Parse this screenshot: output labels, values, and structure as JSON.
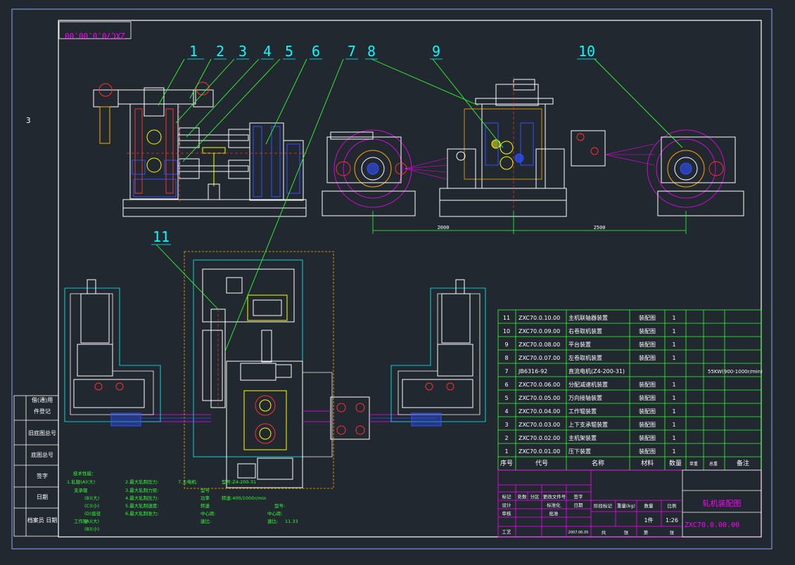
{
  "colors": {
    "background": "#212830",
    "border": "#ffffff",
    "frame_blue": "#8fa4ff",
    "leader_cyan": "#00ffff",
    "leader_green": "#33ff33",
    "table_green": "#33ff33",
    "magenta": "#ff00ff",
    "yellow": "#ffff00",
    "red": "#ff3030",
    "blue": "#3050ff",
    "orange": "#ffaa00"
  },
  "drawing": {
    "page_mark": "3",
    "mirrored_code": "ZXC70.0.00.00",
    "dimension_left": "2000",
    "dimension_right": "2500"
  },
  "balloons": [
    "1",
    "2",
    "3",
    "4",
    "5",
    "6",
    "7",
    "8",
    "9",
    "10",
    "11"
  ],
  "left_stamp": {
    "rows": [
      "借(通)用",
      "件登记",
      "旧底图总号",
      "底图总号",
      "签字",
      "日期",
      "档案员  日期"
    ]
  },
  "parts_table": {
    "headers": [
      "序号",
      "代号",
      "名称",
      "材料",
      "数量",
      "单重",
      "总重",
      "备注"
    ],
    "rows": [
      {
        "no": "11",
        "code": "ZXC70.0.10.00",
        "name": "主机联轴器装置",
        "material": "装配图",
        "qty": "1",
        "note": ""
      },
      {
        "no": "10",
        "code": "ZXC70.0.09.00",
        "name": "右卷取机装置",
        "material": "装配图",
        "qty": "1",
        "note": ""
      },
      {
        "no": "9",
        "code": "ZXC70.0.08.00",
        "name": "平台装置",
        "material": "装配图",
        "qty": "1",
        "note": ""
      },
      {
        "no": "8",
        "code": "ZXC70.0.07.00",
        "name": "左卷取机装置",
        "material": "装配图",
        "qty": "1",
        "note": ""
      },
      {
        "no": "7",
        "code": "JB6316-92",
        "name": "直流电机(Z4-200-31)",
        "material": "",
        "qty": "",
        "note": "55KW(900-1000r/min)"
      },
      {
        "no": "6",
        "code": "ZXC70.0.06.00",
        "name": "分配减速机装置",
        "material": "装配图",
        "qty": "1",
        "note": ""
      },
      {
        "no": "5",
        "code": "ZXC70.0.05.00",
        "name": "万向接轴装置",
        "material": "装配图",
        "qty": "1",
        "note": ""
      },
      {
        "no": "4",
        "code": "ZXC70.0.04.00",
        "name": "工作辊装置",
        "material": "装配图",
        "qty": "1",
        "note": ""
      },
      {
        "no": "3",
        "code": "ZXC70.0.03.00",
        "name": "上下支承辊装置",
        "material": "装配图",
        "qty": "1",
        "note": ""
      },
      {
        "no": "2",
        "code": "ZXC70.0.02.00",
        "name": "主机架装置",
        "material": "装配图",
        "qty": "1",
        "note": ""
      },
      {
        "no": "1",
        "code": "ZXC70.0.01.00",
        "name": "压下装置",
        "material": "装配图",
        "qty": "1",
        "note": ""
      }
    ]
  },
  "title_block": {
    "drawing_title": "轧机装配图",
    "drawing_code": "ZXC70.0.00.00",
    "count": "1件",
    "scale": "1:26",
    "columns": [
      "标记",
      "处数",
      "分区",
      "更改文件号",
      "签字",
      "日期"
    ],
    "roles": [
      "设计",
      "审核",
      "工艺"
    ],
    "role_notes": [
      "标准化",
      "批准"
    ],
    "grid_labels": [
      "阶段标记",
      "重量(kg)",
      "数量",
      "比例"
    ],
    "sheet_labels": [
      "共",
      "张",
      "第",
      "张"
    ],
    "date": "2007.06.05"
  },
  "tech_specs": {
    "heading": "技术性能：",
    "col1": [
      "1.轧辊(A)(大)",
      "支承辊",
      "(B)(大)",
      "(C)(小)",
      "(D)直径",
      "工作辊",
      "(A)(大)",
      "(B)(小)"
    ],
    "col2": [
      "2.最大轧制压力:",
      "3.最大轧制力矩:",
      "4.最大轧制压力:",
      "5.最大轧制速度:",
      "6.最大轧制张力:"
    ],
    "col3": [
      "7.主电机:",
      "型号",
      "功率",
      "转速",
      "中心距:",
      "速比:"
    ],
    "col4": [
      "型号:Z4-200-31",
      "转速:400/1000r/min",
      "型号:",
      "中心距:",
      "速比:",
      "11.33"
    ]
  }
}
